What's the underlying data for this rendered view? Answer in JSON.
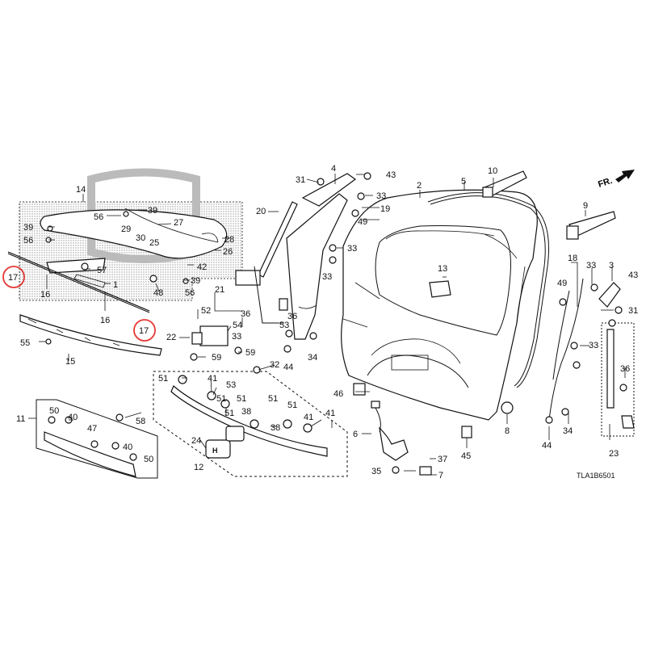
{
  "diagram": {
    "drawing_code": "TLA1B6501",
    "direction_label": "FR.",
    "highlighted_label": "17",
    "callouts": {
      "c1": "1",
      "c2": "2",
      "c3": "3",
      "c4": "4",
      "c5": "5",
      "c6": "6",
      "c7": "7",
      "c8": "8",
      "c9": "9",
      "c10": "10",
      "c11": "11",
      "c12": "12",
      "c13": "13",
      "c14": "14",
      "c15": "15",
      "c16a": "16",
      "c16b": "16",
      "c17a": "17",
      "c17b": "17",
      "c18": "18",
      "c19": "19",
      "c20": "20",
      "c21": "21",
      "c22": "22",
      "c23": "23",
      "c24": "24",
      "c25": "25",
      "c26": "26",
      "c27": "27",
      "c28": "28",
      "c29": "29",
      "c30": "30",
      "c31a": "31",
      "c31b": "31",
      "c32": "32",
      "c33a": "33",
      "c33b": "33",
      "c33c": "33",
      "c33d": "33",
      "c33e": "33",
      "c34a": "34",
      "c34b": "34",
      "c35": "35",
      "c36a": "36",
      "c36b": "36",
      "c37": "37",
      "c38a": "38",
      "c38b": "38",
      "c39a": "39",
      "c39b": "39",
      "c39c": "39",
      "c40a": "40",
      "c40b": "40",
      "c41a": "41",
      "c41b": "41",
      "c41c": "41",
      "c42": "42",
      "c43a": "43",
      "c43b": "43",
      "c44a": "44",
      "c44b": "44",
      "c45": "45",
      "c46": "46",
      "c47": "47",
      "c48": "48",
      "c49a": "49",
      "c49b": "49",
      "c50a": "50",
      "c50b": "50",
      "c51a": "51",
      "c51b": "51",
      "c51c": "51",
      "c51d": "51",
      "c51e": "51",
      "c51f": "51",
      "c52": "52",
      "c53": "53",
      "c54": "54",
      "c55": "55",
      "c56a": "56",
      "c56b": "56",
      "c56c": "56",
      "c57": "57",
      "c58": "58",
      "c59": "59"
    }
  }
}
